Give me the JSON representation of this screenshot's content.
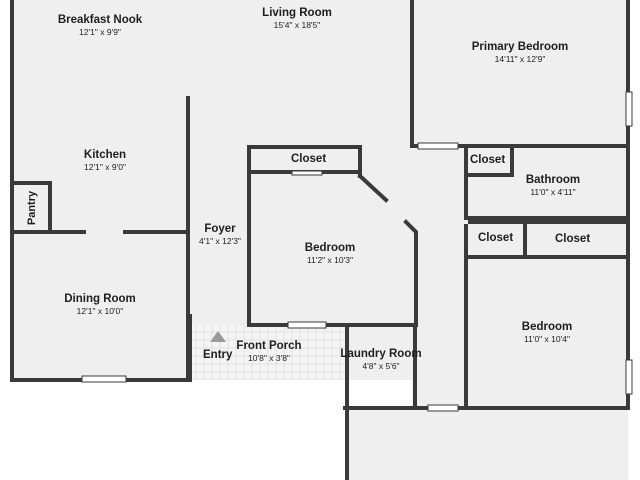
{
  "rooms": {
    "breakfast_nook": {
      "name": "Breakfast Nook",
      "dims": "12'1\" x 9'9\""
    },
    "living_room": {
      "name": "Living Room",
      "dims": "15'4\" x 18'5\""
    },
    "primary_bedroom": {
      "name": "Primary Bedroom",
      "dims": "14'11\" x 12'9\""
    },
    "kitchen": {
      "name": "Kitchen",
      "dims": "12'1\" x 9'0\""
    },
    "pantry": {
      "name": "Pantry"
    },
    "foyer": {
      "name": "Foyer",
      "dims": "4'1\" x 12'3\""
    },
    "closet_center": {
      "name": "Closet"
    },
    "bedroom_center": {
      "name": "Bedroom",
      "dims": "11'2\" x 10'3\""
    },
    "closet_bath": {
      "name": "Closet"
    },
    "bathroom": {
      "name": "Bathroom",
      "dims": "11'0\" x 4'11\""
    },
    "closet_right_a": {
      "name": "Closet"
    },
    "closet_right_b": {
      "name": "Closet"
    },
    "bedroom_right": {
      "name": "Bedroom",
      "dims": "11'0\" x 10'4\""
    },
    "dining_room": {
      "name": "Dining Room",
      "dims": "12'1\" x 10'0\""
    },
    "front_porch": {
      "name": "Front Porch",
      "dims": "10'8\" x 3'8\""
    },
    "entry": {
      "name": "Entry"
    },
    "laundry_room": {
      "name": "Laundry Room",
      "dims": "4'8\" x 5'6\""
    }
  }
}
